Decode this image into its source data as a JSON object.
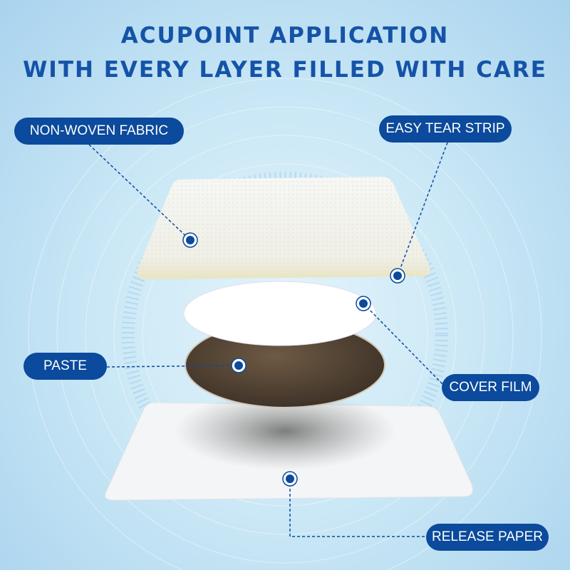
{
  "title": {
    "line1": "ACUPOINT APPLICATION",
    "line2": "WITH EVERY LAYER FILLED WITH CARE"
  },
  "labels": {
    "non_woven_fabric": "NON-WOVEN FABRIC",
    "easy_tear_strip": "EASY TEAR STRIP",
    "paste": "PASTE",
    "cover_film": "COVER FILM",
    "release_paper": "RELEASE PAPER"
  },
  "colors": {
    "accent": "#0b4a9c",
    "title": "#1553a8",
    "paste": "#5b4936"
  }
}
